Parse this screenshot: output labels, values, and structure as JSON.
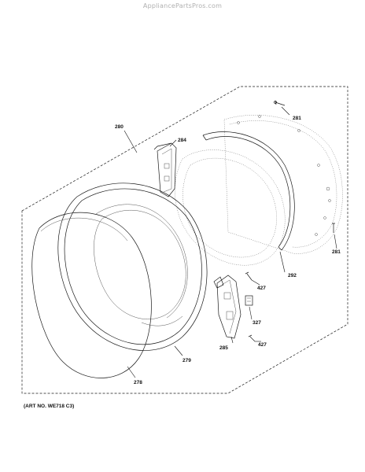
{
  "header": {
    "site": "AppliancePartsPros.com"
  },
  "footer": {
    "art_number": "(ART NO. WE718 C3)"
  },
  "callouts": {
    "c280": "280",
    "c284": "284",
    "c281a": "281",
    "c281b": "281",
    "c292": "292",
    "c427a": "427",
    "c327": "327",
    "c285": "285",
    "c427b": "427",
    "c279": "279",
    "c278": "278"
  }
}
